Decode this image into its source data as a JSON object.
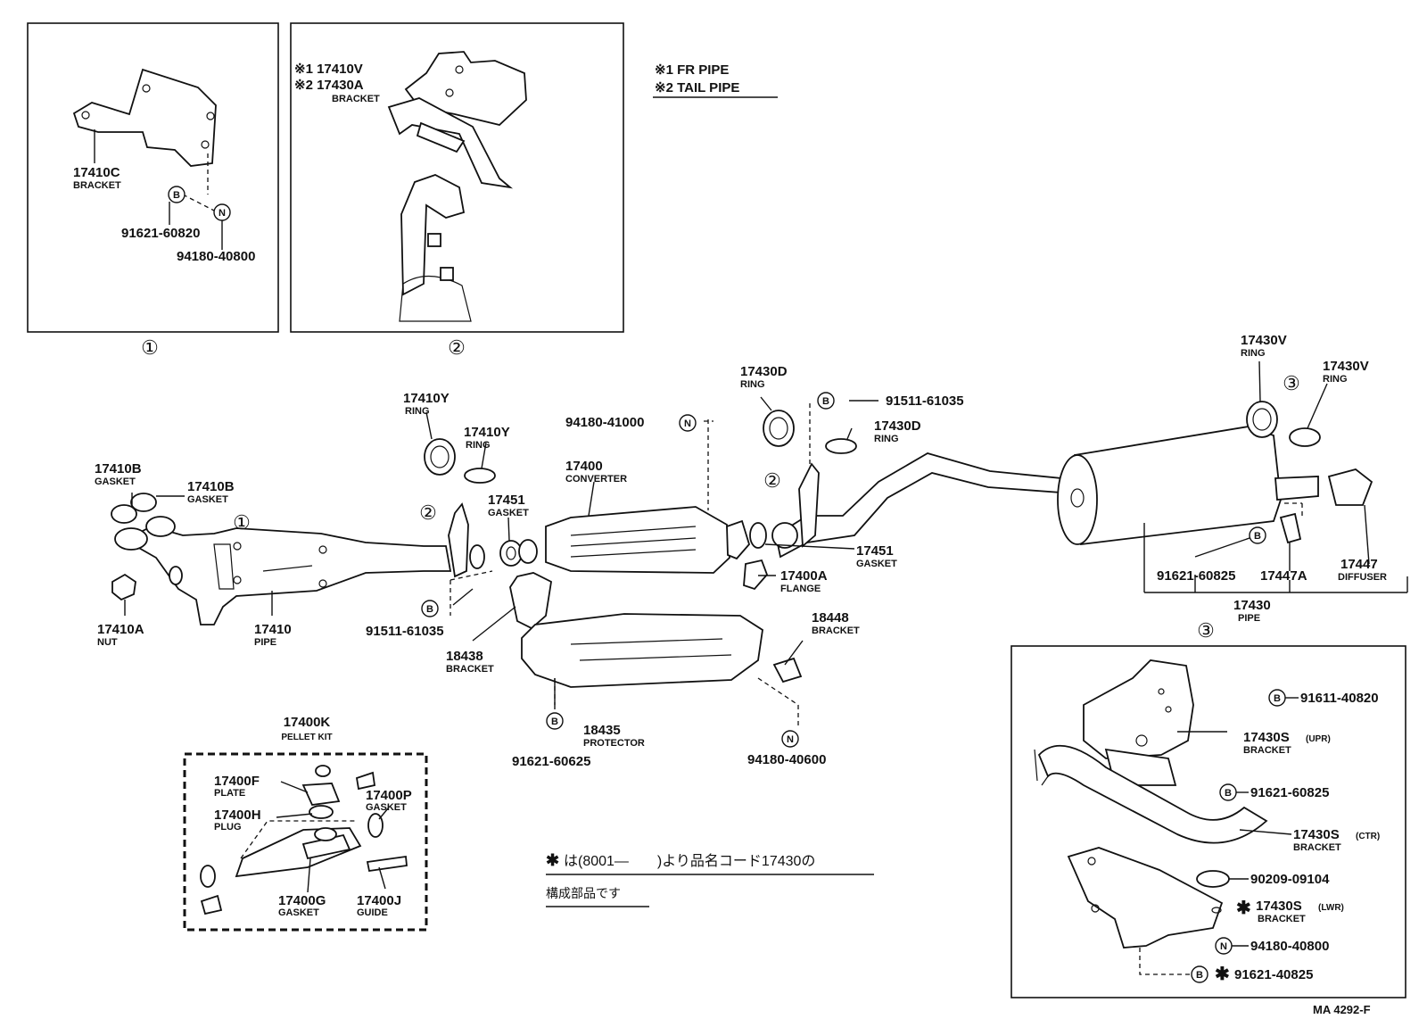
{
  "inset_1": {
    "marker": "①",
    "bracket": {
      "number": "17410C",
      "name": "BRACKET"
    },
    "bolt": {
      "symbol": "B",
      "number": "91621-60820"
    },
    "nut": {
      "symbol": "N",
      "number": "94180-40800"
    }
  },
  "inset_2": {
    "marker": "②",
    "ref1": "※1 17410V",
    "ref2": "※2 17430A",
    "name": "BRACKET"
  },
  "legend": {
    "line1": "※1 FR PIPE",
    "line2": "※2 TAIL PIPE"
  },
  "parts": [
    {
      "number": "17410B",
      "name": "GASKET"
    },
    {
      "number": "17410B",
      "name": "GASKET"
    },
    {
      "number": "17410A",
      "name": "NUT"
    },
    {
      "number": "17410",
      "name": "PIPE"
    },
    {
      "number": "17410Y",
      "name": "RING"
    },
    {
      "number": "17410Y",
      "name": "RING"
    },
    {
      "number": "17451",
      "name": "GASKET"
    },
    {
      "number": "17400",
      "name": "CONVERTER"
    },
    {
      "number": "18438",
      "name": "BRACKET"
    },
    {
      "number": "18435",
      "name": "PROTECTOR"
    },
    {
      "number": "18448",
      "name": "BRACKET"
    },
    {
      "number": "17400A",
      "name": "FLANGE"
    },
    {
      "number": "17451",
      "name": "GASKET"
    },
    {
      "number": "17430D",
      "name": "RING"
    },
    {
      "number": "17430D",
      "name": "RING"
    },
    {
      "number": "17430V",
      "name": "RING"
    },
    {
      "number": "17430V",
      "name": "RING"
    },
    {
      "number": "17447",
      "name": "DIFFUSER"
    },
    {
      "number": "17447A",
      "name": ""
    },
    {
      "number": "17430",
      "name": "PIPE"
    }
  ],
  "fasteners": {
    "n_top": {
      "symbol": "N",
      "number": "94180-41000"
    },
    "b_left": {
      "symbol": "B",
      "number": "91511-61035"
    },
    "b_right": {
      "symbol": "B",
      "number": "91511-61035"
    },
    "b_protector": {
      "symbol": "B",
      "number": "91621-60625"
    },
    "n_protector": {
      "symbol": "N",
      "number": "94180-40600"
    },
    "b_muffler": {
      "symbol": "B",
      "number": "91621-60825"
    }
  },
  "markers": {
    "one": "①",
    "two": "②",
    "three": "③"
  },
  "pellet_kit": {
    "title": "17400K",
    "subtitle": "PELLET KIT",
    "plate": {
      "number": "17400F",
      "name": "PLATE"
    },
    "plug": {
      "number": "17400H",
      "name": "PLUG"
    },
    "gasket_p": {
      "number": "17400P",
      "name": "GASKET"
    },
    "gasket_g": {
      "number": "17400G",
      "name": "GASKET"
    },
    "guide": {
      "number": "17400J",
      "name": "GUIDE"
    }
  },
  "note": {
    "line1_star": "✱",
    "line1": "は(8001—　　)より品名コード17430の",
    "line2": "構成部品です"
  },
  "inset_3": {
    "marker": "③",
    "b1": {
      "symbol": "B",
      "number": "91611-40820"
    },
    "upr": {
      "number": "17430S",
      "qualifier": "(UPR)",
      "name": "BRACKET"
    },
    "b2": {
      "symbol": "B",
      "number": "91621-60825"
    },
    "ctr": {
      "number": "17430S",
      "qualifier": "(CTR)",
      "name": "BRACKET"
    },
    "cushion": {
      "number": "90209-09104"
    },
    "lwr_star": "✱",
    "lwr": {
      "number": "17430S",
      "qualifier": "(LWR)",
      "name": "BRACKET"
    },
    "n1": {
      "symbol": "N",
      "number": "94180-40800"
    },
    "b3_star": "✱",
    "b3": {
      "symbol": "B",
      "number": "91621-40825"
    }
  },
  "footer": {
    "code": "MA 4292-F"
  }
}
